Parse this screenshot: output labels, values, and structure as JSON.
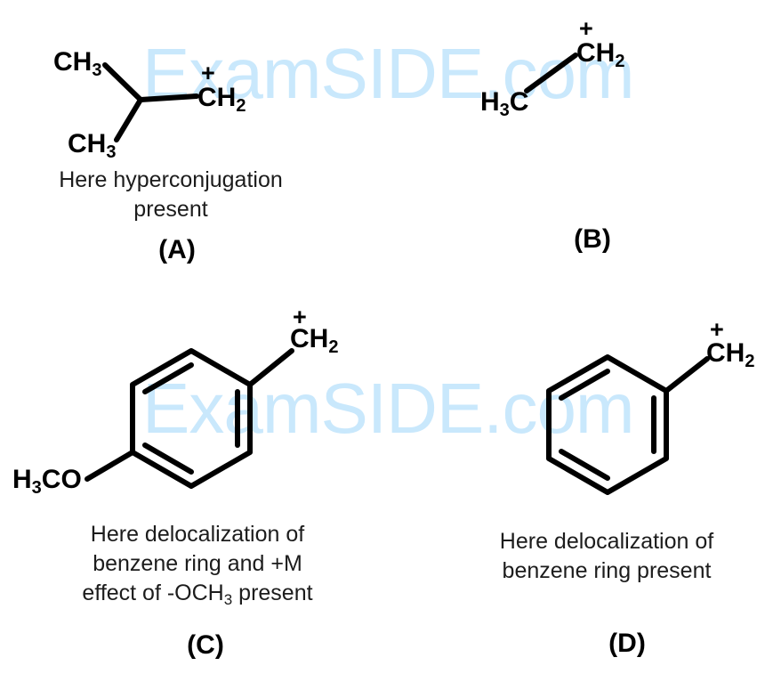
{
  "watermark": {
    "text": "ExamSIDE.com",
    "color": "#c9e8fc"
  },
  "colors": {
    "ink": "#000000",
    "caption": "#1c1c1c"
  },
  "charge": "+",
  "formulas": {
    "ch3": {
      "base": "CH",
      "sub": "3"
    },
    "ch2": {
      "base": "CH",
      "sub": "2"
    },
    "h3c": {
      "h": "H",
      "hsub": "3",
      "c": "C"
    },
    "h3co": {
      "h": "H",
      "hsub": "3",
      "co": "CO"
    }
  },
  "structures": {
    "a": {
      "caption_line1": "Here hyperconjugation",
      "caption_line2": "present",
      "label": "(A)"
    },
    "b": {
      "label": "(B)"
    },
    "c": {
      "caption_line1": "Here delocalization of",
      "caption_line2": "benzene ring and +M",
      "caption_line3_pre": "effect of -OCH",
      "caption_line3_sub": "3",
      "caption_line3_post": " present",
      "label": "(C)"
    },
    "d": {
      "caption_line1": "Here delocalization of",
      "caption_line2": "benzene ring present",
      "label": "(D)"
    }
  }
}
